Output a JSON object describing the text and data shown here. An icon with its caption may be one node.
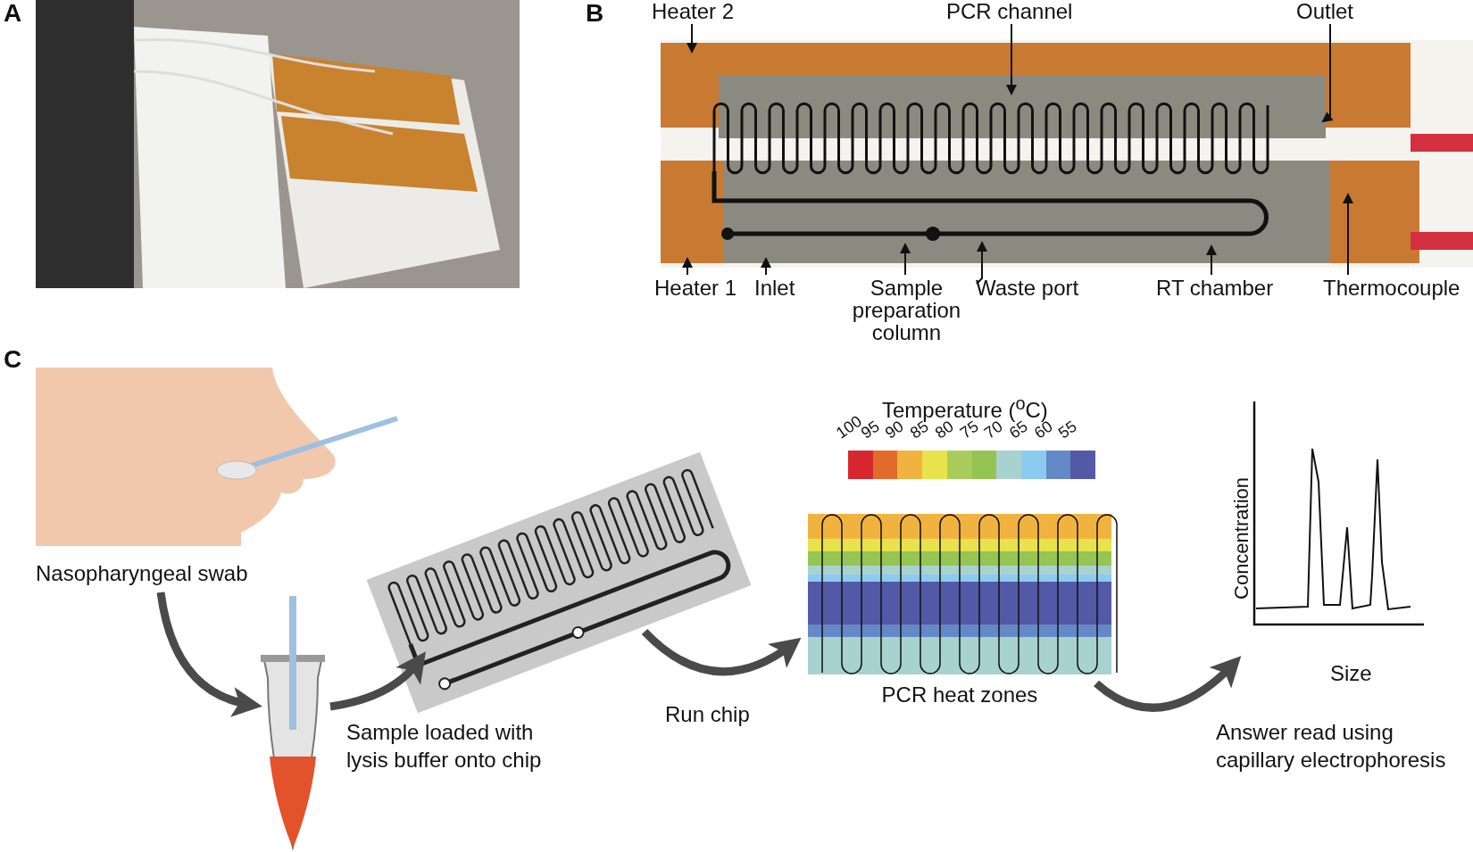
{
  "diagram": {
    "nodes": [
      {
        "text": [
          "Heater 2"
        ]
      },
      {
        "text": [
          "PCR channel"
        ]
      },
      {
        "text": [
          "Outlet"
        ]
      },
      {
        "text": [
          "Heater 1"
        ]
      },
      {
        "text": [
          "Inlet"
        ]
      },
      {
        "text": [
          "Sample preparation column"
        ]
      },
      {
        "text": [
          "Waste port"
        ]
      },
      {
        "text": [
          "RT chamber"
        ]
      },
      {
        "text": [
          "Thermocouple"
        ]
      },
      {
        "text": [],
        "shape": "picture",
        "beside": [
          "Nasopharyngeal swab"
        ]
      },
      {
        "text": [],
        "shape": "picture"
      },
      {
        "text": [],
        "shape": "picture"
      },
      {
        "text": [],
        "shape": "picture",
        "beside": [
          "PCR heat zones"
        ]
      },
      {
        "text": [],
        "shape": "picture"
      },
      {
        "text": [],
        "shape": "picture"
      }
    ],
    "edges": [
      {
        "from": 0,
        "to": 14,
        "arrow": "to"
      },
      {
        "from": 1,
        "to": 14,
        "arrow": "to"
      },
      {
        "from": 2,
        "to": 14,
        "arrow": "to"
      },
      {
        "from": 3,
        "to": 14,
        "arrow": "to"
      },
      {
        "from": 4,
        "to": 14,
        "arrow": "to"
      },
      {
        "from": 5,
        "to": 14,
        "arrow": "to"
      },
      {
        "from": 6,
        "to": 14,
        "arrow": "to"
      },
      {
        "from": 7,
        "to": 14,
        "arrow": "to"
      },
      {
        "from": 8,
        "to": 14,
        "arrow": "to"
      },
      {
        "from": 9,
        "to": 10,
        "arrow": "to",
        "style": "thick"
      },
      {
        "from": 10,
        "to": 11,
        "arrow": "to",
        "style": "thick",
        "label": "Sample loaded with lysis buffer onto chip"
      },
      {
        "from": 11,
        "to": 12,
        "arrow": "to",
        "style": "thick",
        "label": "Run chip"
      },
      {
        "from": 12,
        "to": 13,
        "arrow": "to",
        "style": "thick",
        "label": "Answer read using capillary electrophoresis"
      }
    ],
    "labels": [
      "A",
      "B",
      "C",
      "Temperature ($^{o}$C)",
      "Concentration",
      "Size"
    ],
    "legend": [
      {
        "text": "100",
        "color": "#d7282f"
      },
      {
        "text": "95",
        "color": "#e06b2c"
      },
      {
        "text": "90",
        "color": "#f1b340"
      },
      {
        "text": "85",
        "color": "#e8e24d"
      },
      {
        "text": "80",
        "color": "#aacb5c"
      },
      {
        "text": "75",
        "color": "#95c353"
      },
      {
        "text": "70",
        "color": "#a7d2cf"
      },
      {
        "text": "65",
        "color": "#8dcbee"
      },
      {
        "text": "60",
        "color": "#6489c6"
      },
      {
        "text": "55",
        "color": "#5359a6"
      }
    ]
  }
}
